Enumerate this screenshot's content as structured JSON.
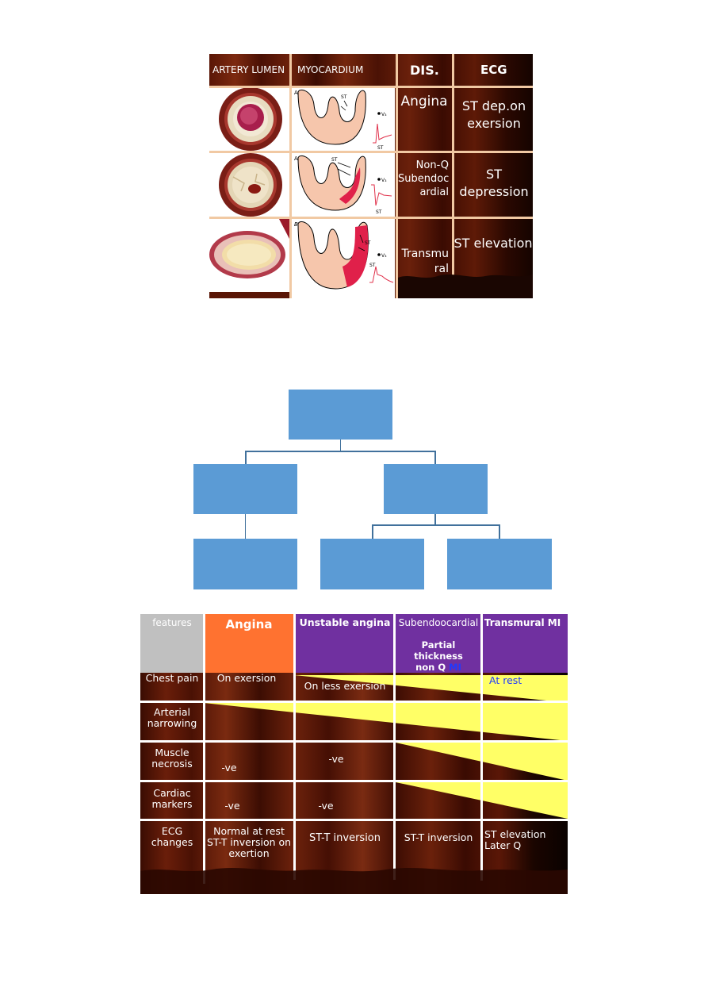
{
  "top_table": {
    "headers": [
      "ARTERY LUMEN",
      "MYOCARDIUM",
      "DIS.",
      "ECG"
    ],
    "rows": [
      {
        "disease": "Angina",
        "ecg": "ST dep.on exersion"
      },
      {
        "disease": "Non-Q Subendoc ardial",
        "ecg": "ST depression"
      },
      {
        "disease": "Transmu ral",
        "ecg": "ST elevation"
      }
    ],
    "diagram_labels": {
      "st": "ST",
      "lead": "V₃"
    },
    "panel_letters": [
      "A",
      "A",
      "B"
    ]
  },
  "bottom_table": {
    "headers": {
      "features": "features",
      "angina": "Angina",
      "unstable": "Unstable angina",
      "subendo": "Subendoocardial",
      "subendo_sub1": "Partial",
      "subendo_sub2": "thickness",
      "subendo_sub3": "non Q",
      "subendo_sub4": "MI",
      "transmural": "Transmural MI"
    },
    "rows": {
      "chest_pain": {
        "label": "Chest pain",
        "angina": "On exersion",
        "unstable": "On less exersion",
        "transmural": "At rest"
      },
      "arterial": {
        "label": "Arterial narrowing"
      },
      "necrosis": {
        "label": "Muscle necrosis",
        "angina": "-ve",
        "unstable": "-ve"
      },
      "markers": {
        "label": "Cardiac markers",
        "angina": "-ve",
        "unstable": "-ve"
      },
      "ecg": {
        "label": "ECG changes",
        "angina": "Normal at rest ST-T inversion on exertion",
        "unstable": "ST-T inversion",
        "subendo": "ST-T inversion",
        "transmural": "ST elevation Later Q"
      }
    }
  },
  "colors": {
    "org_box": "#5b9bd5",
    "org_line": "#41719c",
    "features_header": "#c0c0c0",
    "angina_header": "#ff7230",
    "purple_header": "#7030a0",
    "yellow": "#ffff66",
    "mi_blue": "#1f3aff"
  }
}
